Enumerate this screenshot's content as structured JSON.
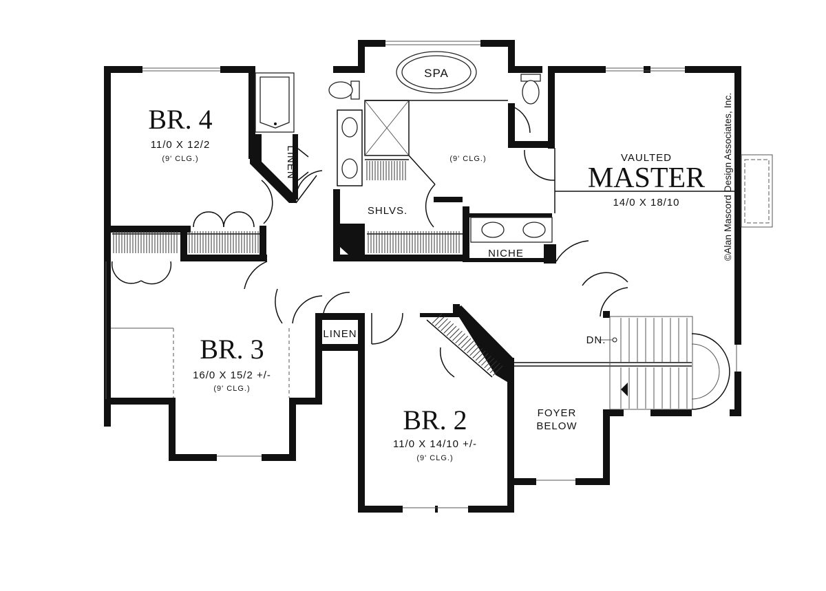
{
  "rooms": {
    "br4": {
      "name": "BR. 4",
      "size": "11/0  X  12/2",
      "ceiling": "(9' CLG.)"
    },
    "br3": {
      "name": "BR. 3",
      "size": "16/0  X  15/2  +/-",
      "ceiling": "(9' CLG.)"
    },
    "br2": {
      "name": "BR. 2",
      "size": "11/0  X  14/10  +/-",
      "ceiling": "(9' CLG.)"
    },
    "master": {
      "prefix": "VAULTED",
      "name": "MASTER",
      "size": "14/0  X  18/10"
    },
    "master_bath": {
      "ceiling": "(9' CLG.)"
    }
  },
  "labels": {
    "spa": "SPA",
    "linen_upper": "LINEN",
    "linen_lower": "LINEN",
    "shelves": "SHLVS.",
    "niche": "NICHE",
    "stairs_down": "DN.",
    "foyer_line1": "FOYER",
    "foyer_line2": "BELOW"
  },
  "copyright": "©Alan Mascord Design Associates, Inc."
}
